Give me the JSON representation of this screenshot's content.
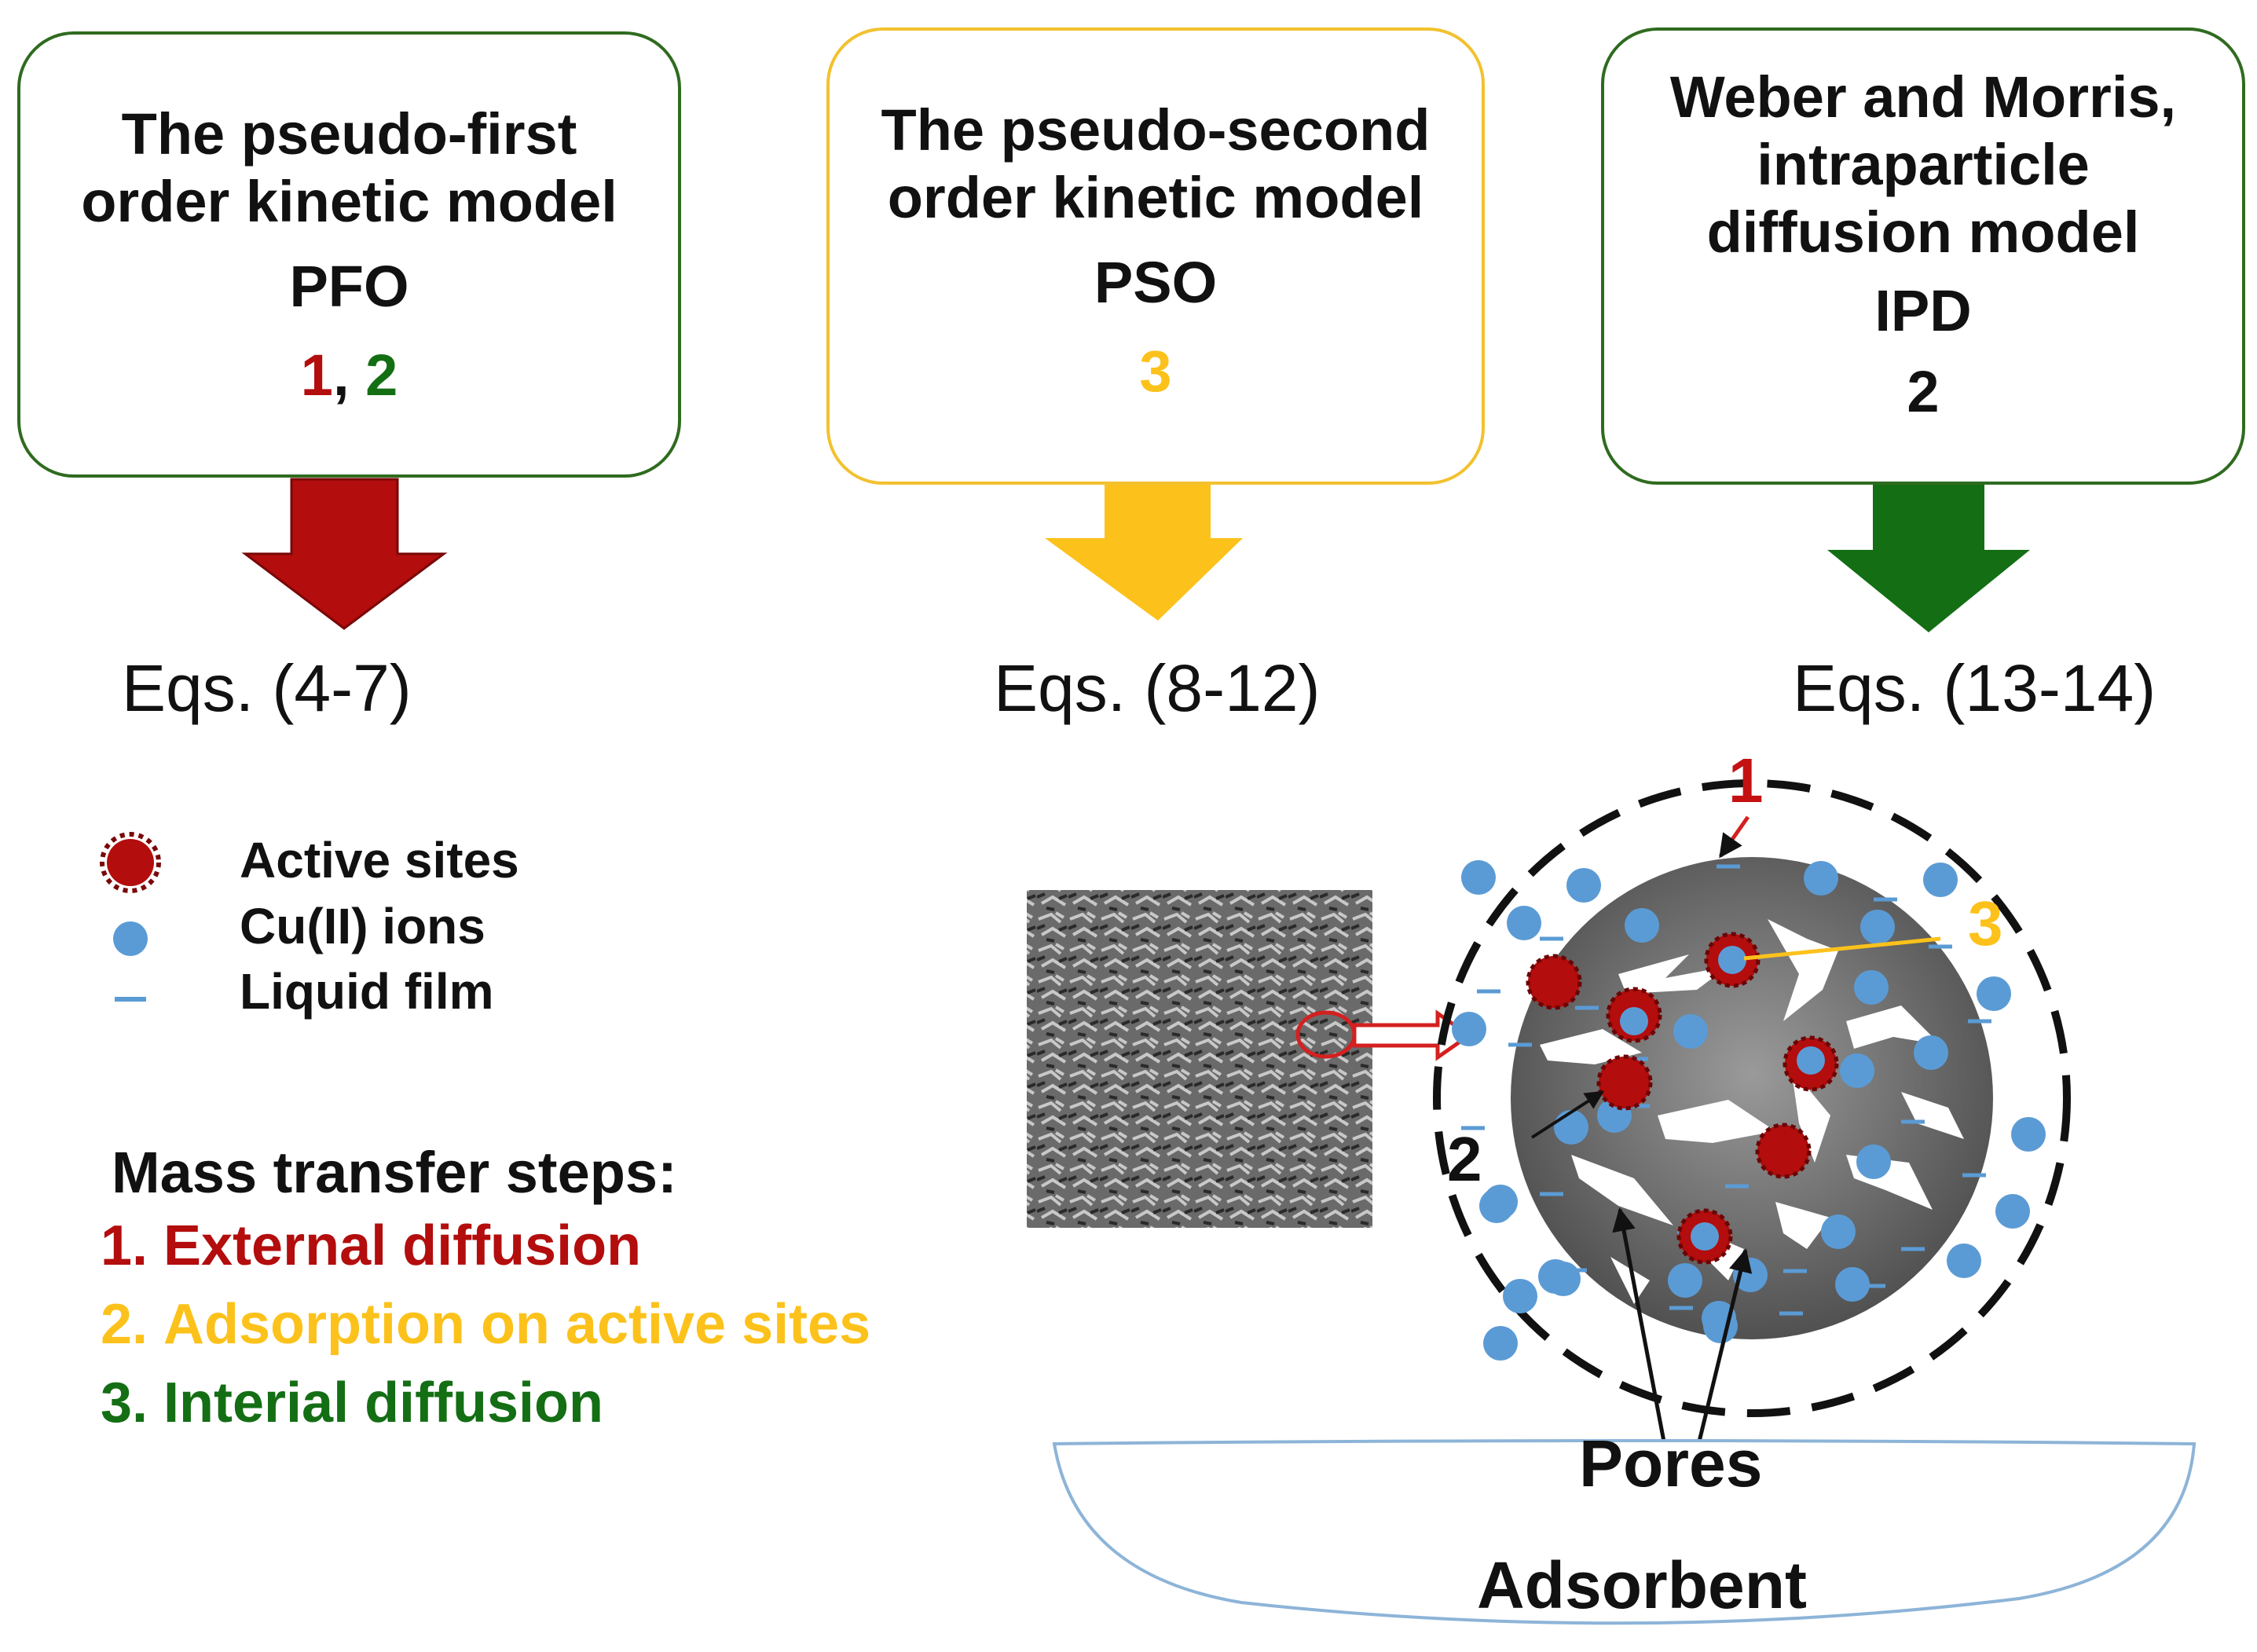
{
  "models": [
    {
      "title": "The pseudo-first\norder kinetic model",
      "abbr": "PFO",
      "step_a": "1",
      "sep": ", ",
      "step_b": "2",
      "equations": "Eqs. (4-7)"
    },
    {
      "title": "The pseudo-second\norder kinetic model",
      "abbr": "PSO",
      "step": "3",
      "equations": "Eqs. (8-12)"
    },
    {
      "title": "Weber and Morris,\nintraparticle\ndiffusion model",
      "abbr": "IPD",
      "step": "2",
      "equations": "Eqs. (13-14)"
    }
  ],
  "legend": {
    "active_sites": "Active sites",
    "cu_ions": "Cu(II) ions",
    "liquid_film": "Liquid film"
  },
  "steps": {
    "title": "Mass transfer steps:",
    "items": [
      {
        "num": "1.",
        "text": "External diffusion"
      },
      {
        "num": "2.",
        "text": "Adsorption on active sites"
      },
      {
        "num": "3.",
        "text": "Interial diffusion"
      }
    ]
  },
  "particle": {
    "label_1": "1",
    "label_2": "2",
    "label_3": "3",
    "pores": "Pores",
    "adsorbent": "Adsorbent"
  },
  "colors": {
    "red": "#b30d0d",
    "yellow": "#fcc21b",
    "green": "#146e14",
    "cu_blue": "#5b9bd5",
    "particle_gray": "#6c6c6c"
  }
}
